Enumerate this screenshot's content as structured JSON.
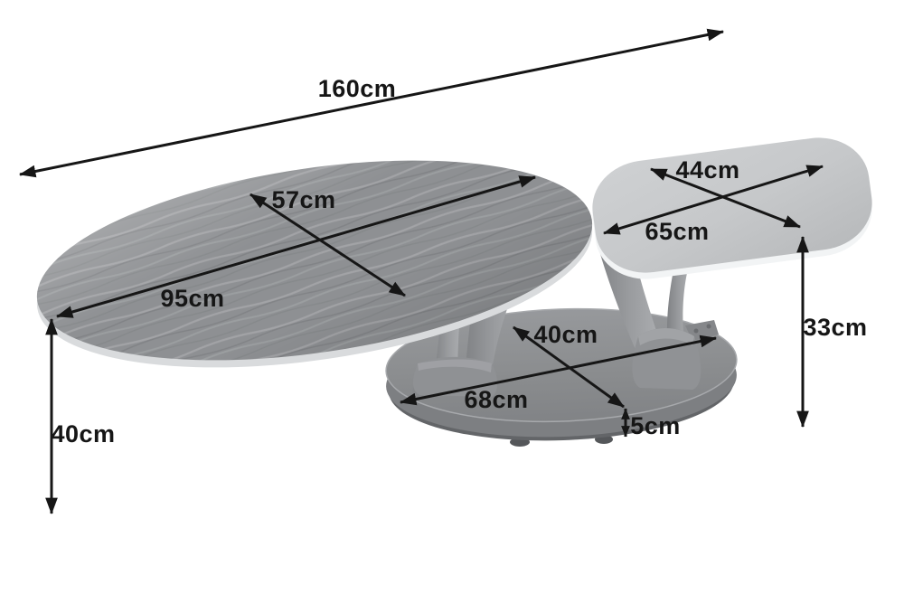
{
  "diagram": {
    "kind": "product-dimension-diagram",
    "subject": "two-tier-oval-coffee-table",
    "unit": "cm",
    "background": "#ffffff",
    "labels": {
      "overall_width": "160cm",
      "large_top_depth": "57cm",
      "large_top_width": "95cm",
      "small_top_depth": "44cm",
      "small_top_width": "65cm",
      "large_top_height": "40cm",
      "small_top_height": "33cm",
      "base_depth": "40cm",
      "base_width": "68cm",
      "base_thickness": "5cm"
    },
    "measurements": [
      {
        "part": "overall-width",
        "value": 160,
        "unit": "cm"
      },
      {
        "part": "large-top-depth",
        "value": 57,
        "unit": "cm"
      },
      {
        "part": "large-top-width",
        "value": 95,
        "unit": "cm"
      },
      {
        "part": "small-top-depth",
        "value": 44,
        "unit": "cm"
      },
      {
        "part": "small-top-width",
        "value": 65,
        "unit": "cm"
      },
      {
        "part": "large-top-height",
        "value": 40,
        "unit": "cm"
      },
      {
        "part": "small-top-height",
        "value": 33,
        "unit": "cm"
      },
      {
        "part": "base-depth",
        "value": 40,
        "unit": "cm"
      },
      {
        "part": "base-width",
        "value": 68,
        "unit": "cm"
      },
      {
        "part": "base-thickness",
        "value": 5,
        "unit": "cm"
      }
    ],
    "colors": {
      "arrow": "#161616",
      "label_text": "#161616",
      "large_top_surface": "#8e9093",
      "large_top_rim": "#d9dbdd",
      "small_top_surface": "#c6c8ca",
      "small_top_rim": "#f2f4f5",
      "legs": "#9a9c9f",
      "base": "#8a8c8e",
      "background": "#ffffff"
    }
  }
}
